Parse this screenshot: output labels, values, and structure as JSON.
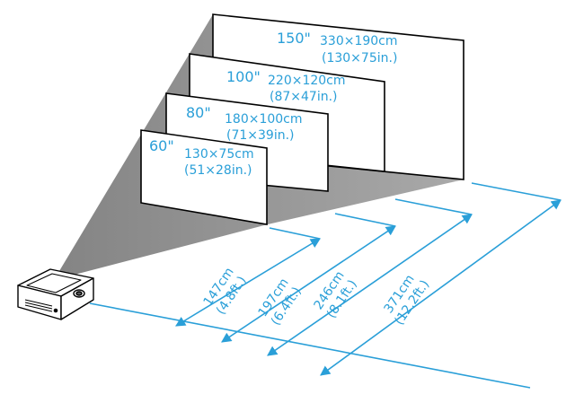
{
  "screens": [
    {
      "size": "60\"",
      "metric": "130×75cm",
      "imperial": "(51×28in.)"
    },
    {
      "size": "80\"",
      "metric": "180×100cm",
      "imperial": "(71×39in.)"
    },
    {
      "size": "100\"",
      "metric": "220×120cm",
      "imperial": "(87×47in.)"
    },
    {
      "size": "150\"",
      "metric": "330×190cm",
      "imperial": "(130×75in.)"
    }
  ],
  "distances": [
    {
      "metric": "147cm",
      "imperial": "(4.8ft.)"
    },
    {
      "metric": "197cm",
      "imperial": "(6.4ft.)"
    },
    {
      "metric": "246cm",
      "imperial": "(8.1ft.)"
    },
    {
      "metric": "371cm",
      "imperial": "(12.2ft.)"
    }
  ],
  "colors": {
    "accent": "#2a9fd8",
    "outline": "#000000",
    "beam": "#7f7f7f",
    "screen_fill": "#ffffff"
  },
  "icons": {
    "projector": "projector-icon"
  }
}
